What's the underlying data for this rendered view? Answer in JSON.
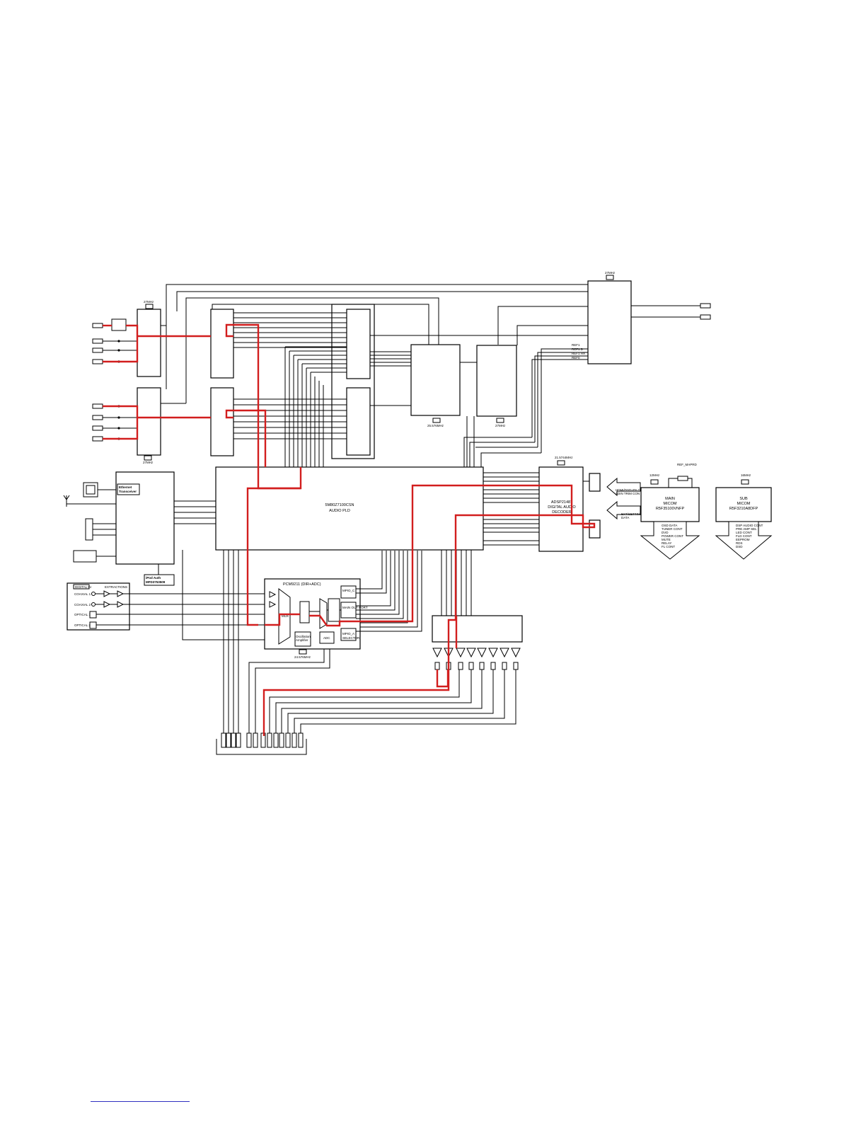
{
  "blocks": {
    "audio_pld": {
      "line1": "5M80Z7100CSN",
      "line2": "AUDIO PLD"
    },
    "dsp": {
      "line1": "ADSP21487",
      "line2": "DIGITAL AUDIO",
      "line3": "DECODER",
      "xtal": "21.5744MHz"
    },
    "main_micom": {
      "line1": "MAIN",
      "line2": "MICOM",
      "line3": "R5F35100VNFP",
      "xtal": "12MHz",
      "tag": "REF_MAPRD"
    },
    "sub_micom": {
      "line1": "SUB",
      "line2": "MICOM",
      "line3": "R5F3210A8DFP",
      "xtal": "16MHz"
    },
    "ethernet": {
      "line1": "Ethernet",
      "line2": "Transceiver"
    },
    "ipod": {
      "line1": "iPod Auth",
      "line2": "MFD3753509"
    },
    "pcm": {
      "title": "PCM9211 (DIR+ADC)"
    },
    "osc_amp": {
      "line1": "Oscillation",
      "line2": "Amplifier"
    },
    "adc": {
      "label": "ADC"
    },
    "top_xtal": {
      "label": "27MHz"
    }
  },
  "digital_in": {
    "title": "DIGITAL IN",
    "header": "EXTRACTIONS",
    "inputs": [
      "COAXIAL 1",
      "COAXIAL 2",
      "OPTICAL 1",
      "OPTICAL 2"
    ]
  },
  "micom_lists": {
    "main": [
      "OSD DATA",
      "TUNER CONT",
      "DVD",
      "POWER CONT",
      "MUTE",
      "RELAY",
      "FL CONT"
    ],
    "sub": [
      "DSP AUDIO CONT",
      "PRE AMP SEL",
      "LED CONT",
      "FLD CONT",
      "EEPROM",
      "RDS",
      "DSD"
    ]
  },
  "arrow_labels": {
    "upper_line1": "HDMI/DSD+PA CON",
    "upper_line2": "ADIN TRIM CON",
    "lower_line1": "EXT/SETTING",
    "lower_line2": "DATA"
  },
  "signals": [
    "REF1",
    "REF1 B",
    "REF1 HX",
    "REF0"
  ],
  "xtal_labels": [
    "27MHz",
    "27MHz",
    "25.576MHz",
    "27MHz",
    "24.576MHz"
  ],
  "pcm_sub": {
    "mpio_c": "MPIO_C",
    "mpio_a": "MPIO_A",
    "main_out": "MAIN OUT PORT",
    "selector": "SELECTOR",
    "mux": "MUX"
  },
  "colors": {
    "signal_path": "#d21e1e",
    "wire": "#000000"
  }
}
